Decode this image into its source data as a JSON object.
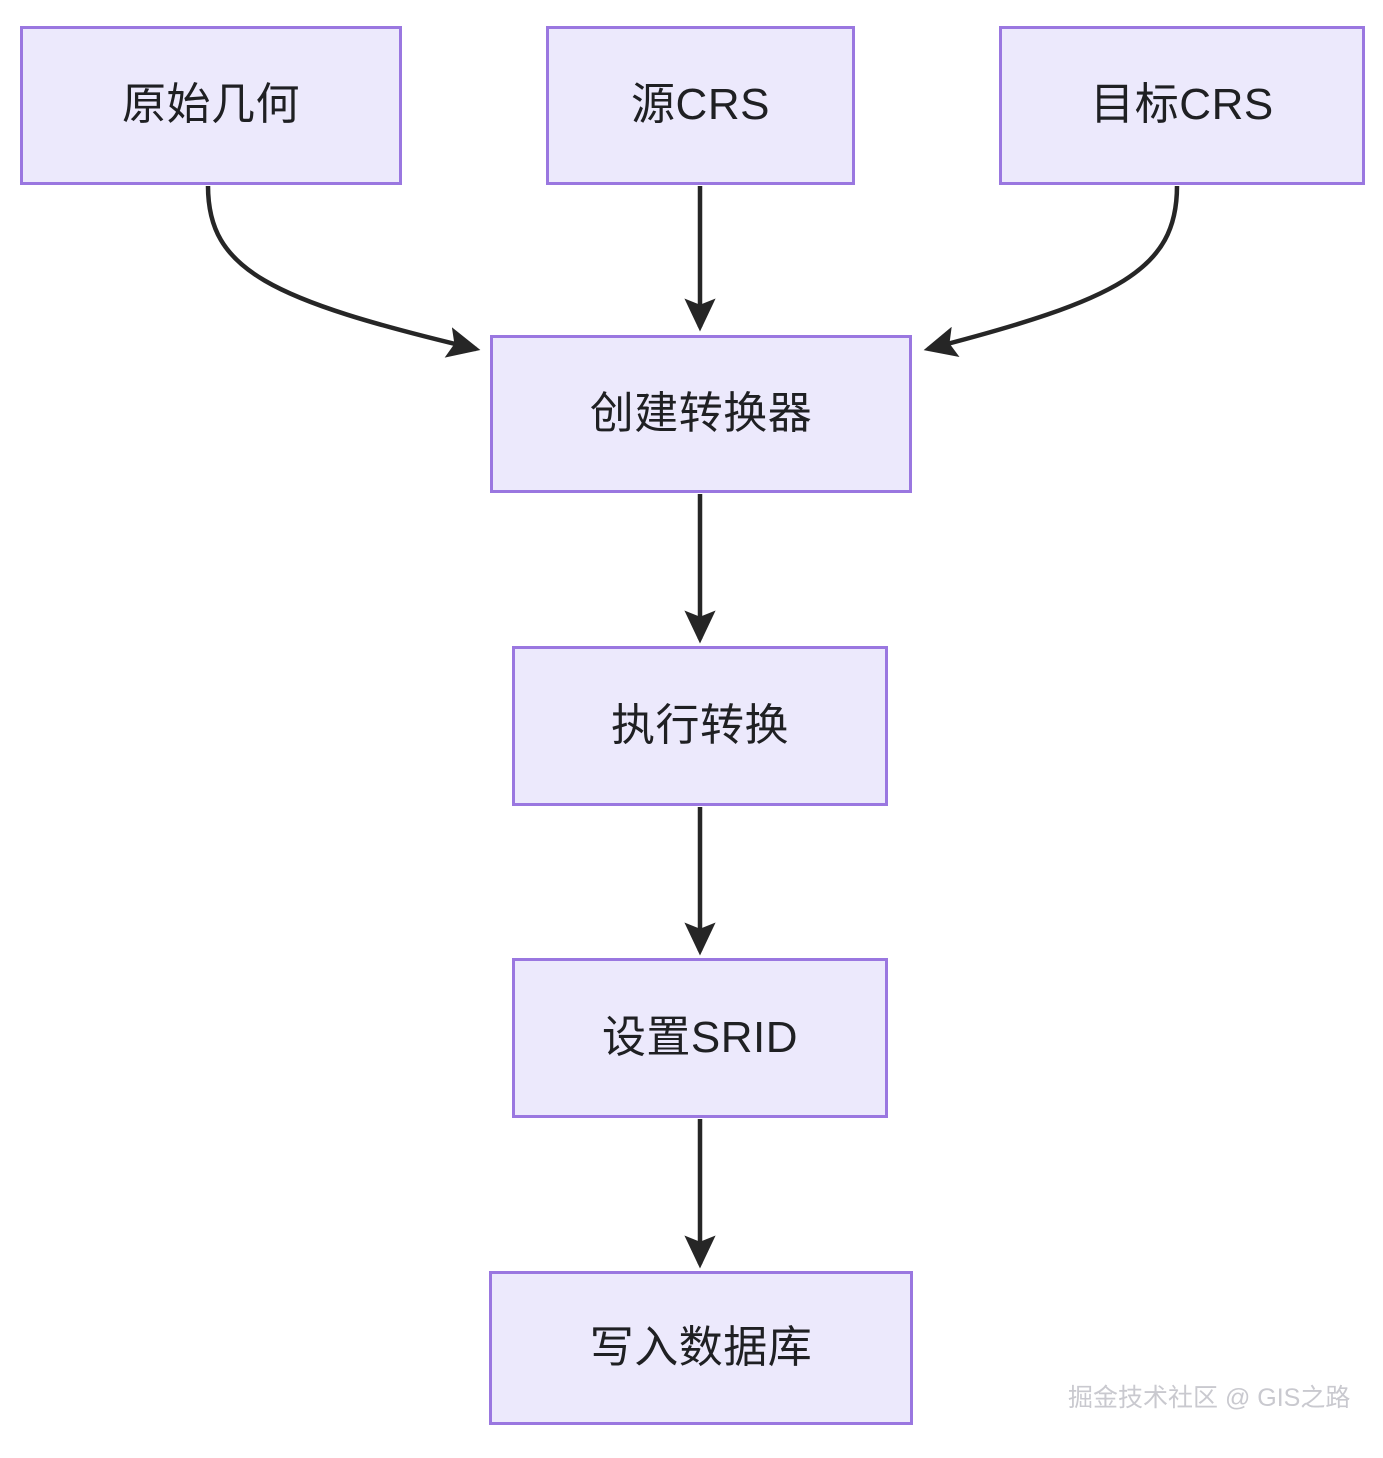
{
  "diagram": {
    "type": "flowchart",
    "direction": "top-to-bottom",
    "background_color": "#ffffff",
    "node_fill_color": "#ece9fc",
    "node_border_color": "#9a77e0",
    "node_text_color": "#1f2023",
    "edge_color": "#262626",
    "nodes": [
      {
        "id": "source-geometry",
        "label": "原始几何"
      },
      {
        "id": "source-crs",
        "label": "源CRS"
      },
      {
        "id": "target-crs",
        "label": "目标CRS"
      },
      {
        "id": "create-transformer",
        "label": "创建转换器"
      },
      {
        "id": "execute-transform",
        "label": "执行转换"
      },
      {
        "id": "set-srid",
        "label": "设置SRID"
      },
      {
        "id": "write-db",
        "label": "写入数据库"
      }
    ],
    "edges": [
      {
        "from": "source-geometry",
        "to": "create-transformer",
        "label": ""
      },
      {
        "from": "source-crs",
        "to": "create-transformer",
        "label": ""
      },
      {
        "from": "target-crs",
        "to": "create-transformer",
        "label": ""
      },
      {
        "from": "create-transformer",
        "to": "execute-transform",
        "label": ""
      },
      {
        "from": "execute-transform",
        "to": "set-srid",
        "label": ""
      },
      {
        "from": "set-srid",
        "to": "write-db",
        "label": ""
      }
    ]
  },
  "watermark": {
    "text": "掘金技术社区 @ GIS之路"
  }
}
